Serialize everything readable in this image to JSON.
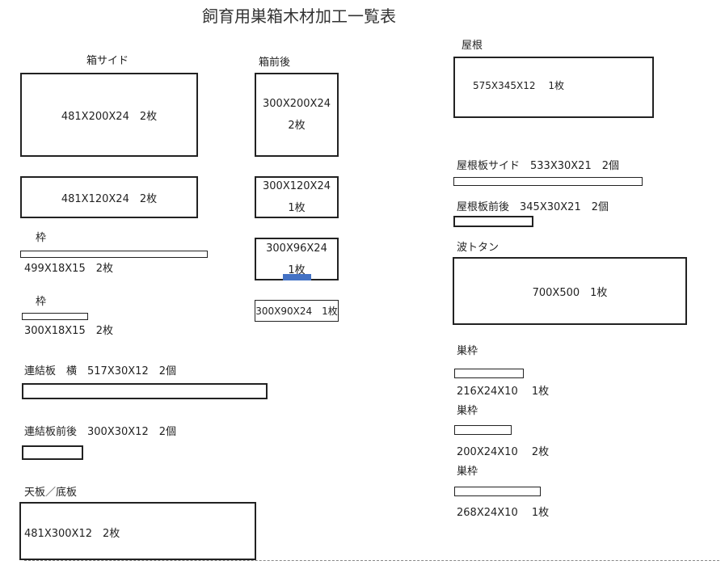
{
  "title": "飼育用巣箱木材加工一覧表",
  "left": {
    "box_side_label": "箱サイド",
    "box_side_1": "481X200X24　2枚",
    "box_side_2": "481X120X24　2枚",
    "frame1_label": "枠",
    "frame1_dims": "499X18X15　2枚",
    "frame2_label": "枠",
    "frame2_dims": "300X18X15　2枚",
    "link_side": "連結板　横　517X30X12　2個",
    "link_front": "連結板前後　300X30X12　2個",
    "top_bottom_label": "天板／底板",
    "top_bottom_dims": "481X300X12　2枚"
  },
  "middle": {
    "front_back_label": "箱前後",
    "fb1_line1": "300X200X24",
    "fb1_line2": "2枚",
    "fb2_line1": "300X120X24",
    "fb2_line2": "1枚",
    "fb3_line1": "300X96X24",
    "fb3_line2": "1枚",
    "fb4": "300X90X24　1枚"
  },
  "right": {
    "roof_label": "屋根",
    "roof_dims": "575X345X12　 1枚",
    "roof_side": "屋根板サイド　533X30X21　2個",
    "roof_front": "屋根板前後　345X30X21　2個",
    "tin_label": "波トタン",
    "tin_dims": "700X500　1枚",
    "nest1_label": "巣枠",
    "nest1_dims": "216X24X10　 1枚",
    "nest2_label": "巣枠",
    "nest2_dims": "200X24X10　 2枚",
    "nest3_label": "巣枠",
    "nest3_dims": "268X24X10　 1枚"
  },
  "colors": {
    "accent": "#4472c4"
  }
}
